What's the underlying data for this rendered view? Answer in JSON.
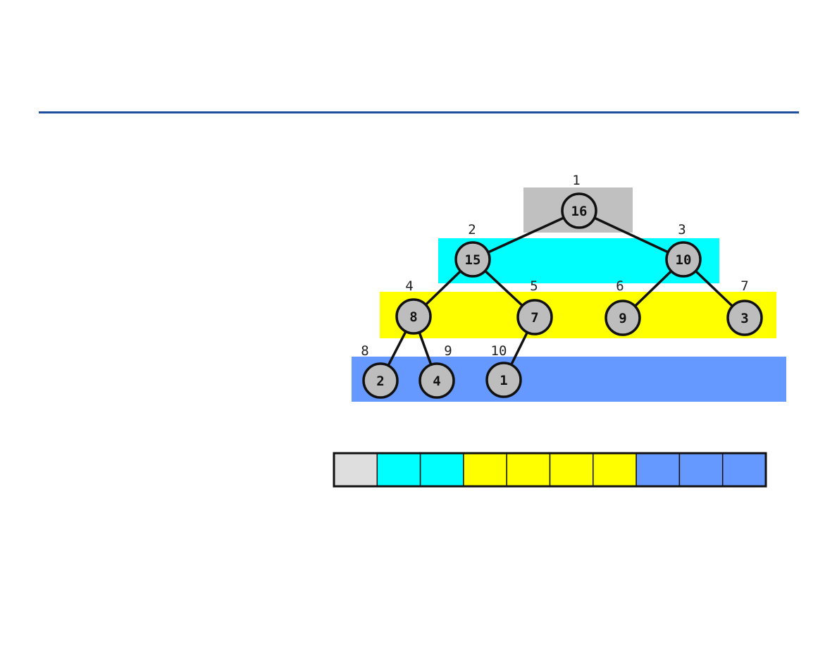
{
  "colors": {
    "rule": "#1f4f9c",
    "level_root": "#c0c0c0",
    "level_root_cell": "#dedede",
    "level_2": "#00ffff",
    "level_3": "#ffff00",
    "level_4": "#6699ff",
    "node_fill": "#bdbdbd"
  },
  "heap": {
    "nodes": [
      {
        "index": "1",
        "value": "16",
        "level": 1
      },
      {
        "index": "2",
        "value": "15",
        "level": 2
      },
      {
        "index": "3",
        "value": "10",
        "level": 2
      },
      {
        "index": "4",
        "value": "8",
        "level": 3
      },
      {
        "index": "5",
        "value": "7",
        "level": 3
      },
      {
        "index": "6",
        "value": "9",
        "level": 3
      },
      {
        "index": "7",
        "value": "3",
        "level": 3
      },
      {
        "index": "8",
        "value": "2",
        "level": 4
      },
      {
        "index": "9",
        "value": "4",
        "level": 4
      },
      {
        "index": "10",
        "value": "1",
        "level": 4
      }
    ],
    "edges": [
      [
        1,
        2
      ],
      [
        1,
        3
      ],
      [
        2,
        4
      ],
      [
        2,
        5
      ],
      [
        3,
        6
      ],
      [
        3,
        7
      ],
      [
        4,
        8
      ],
      [
        4,
        9
      ],
      [
        5,
        10
      ]
    ]
  },
  "array": {
    "cell_levels": [
      1,
      2,
      2,
      3,
      3,
      3,
      3,
      4,
      4,
      4
    ]
  }
}
